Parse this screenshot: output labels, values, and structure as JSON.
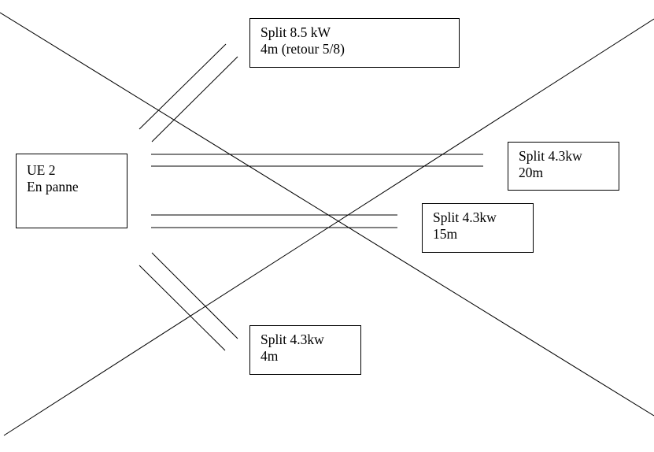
{
  "colors": {
    "line": "#000000",
    "background": "#ffffff"
  },
  "units": {
    "ue2": {
      "line1": "UE 2",
      "line2": "En panne"
    },
    "split_8_5": {
      "line1": "Split 8.5 kW",
      "line2": "4m (retour 5/8)"
    },
    "split_4_3_20m": {
      "line1": "Split 4.3kw",
      "line2": "20m"
    },
    "split_4_3_15m": {
      "line1": "Split 4.3kw",
      "line2": "15m"
    },
    "split_4_3_4m": {
      "line1": "Split 4.3kw",
      "line2": "4m"
    }
  }
}
